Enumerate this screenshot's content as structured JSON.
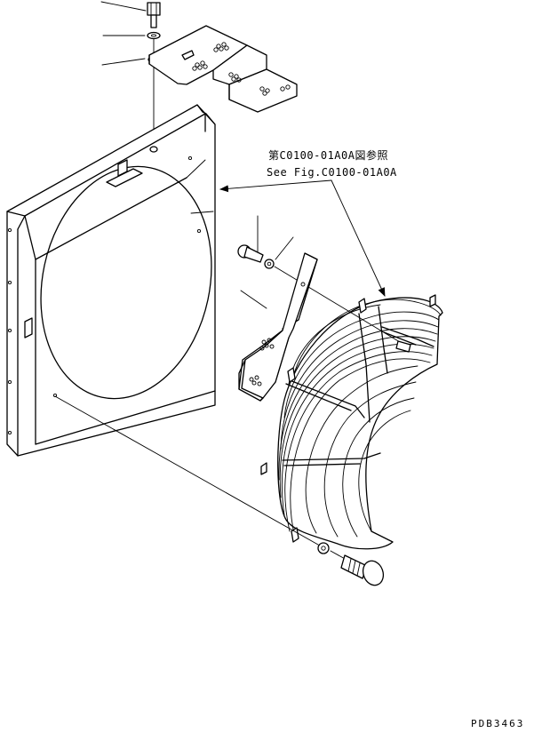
{
  "reference": {
    "jp": "第C0100-01A0A図参照",
    "en": "See Fig.C0100-01A0A"
  },
  "drawing_code": "PDB3463"
}
